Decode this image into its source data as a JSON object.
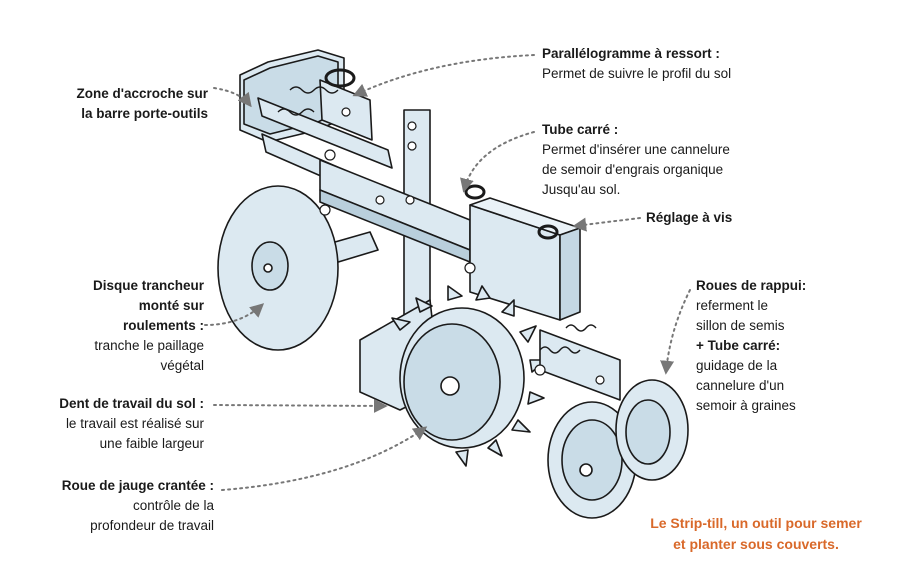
{
  "labels": {
    "parallelogramme": {
      "title": "Parallélogramme à ressort :",
      "text": "Permet de suivre le profil du sol"
    },
    "zone_accroche": {
      "line1": "Zone d'accroche sur",
      "line2": "la barre porte-outils"
    },
    "tube_carre": {
      "title": "Tube carré :",
      "line1": "Permet d'insérer une cannelure",
      "line2": "de semoir d'engrais organique",
      "line3": "Jusqu'au sol."
    },
    "reglage": {
      "title": "Réglage à vis"
    },
    "disque": {
      "line1": "Disque trancheur",
      "line2": "monté sur",
      "line3": "roulements :",
      "line4": "tranche le paillage",
      "line5": "végétal"
    },
    "roues_rappui": {
      "title": "Roues de rappui:",
      "line1": "referment le",
      "line2": "sillon de semis",
      "title2": "+ Tube carré:",
      "line3": "guidage de la",
      "line4": "cannelure d'un",
      "line5": "semoir à graines"
    },
    "dent": {
      "title": "Dent de travail du sol :",
      "line1": "le travail est réalisé sur",
      "line2": "une faible largeur"
    },
    "roue_jauge": {
      "title": "Roue de jauge crantée :",
      "line1": "contrôle de la",
      "line2": "profondeur de travail"
    }
  },
  "caption": {
    "line1": "Le Strip-till, un outil pour semer",
    "line2": "et planter sous couverts."
  },
  "colors": {
    "metal": "#dce9f1",
    "outline": "#1a1a1a",
    "caption": "#d9692a",
    "leader": "#777777"
  }
}
